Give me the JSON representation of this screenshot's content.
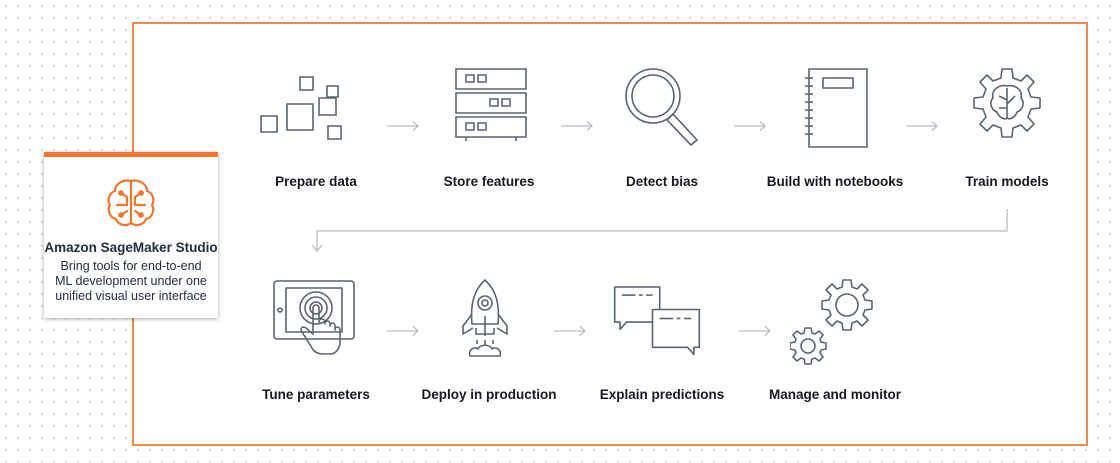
{
  "card": {
    "title": "Amazon SageMaker Studio",
    "description": "Bring tools for end-to-end ML development under one unified visual user interface",
    "logo_icon": "sagemaker-brain-icon"
  },
  "colors": {
    "accent": "#f0762e",
    "frame": "#f08a4b",
    "icon_stroke": "#5a6470",
    "arrow": "#b9bec4",
    "text": "#16191f"
  },
  "steps": [
    {
      "label": "Prepare data",
      "icon": "data-squares-icon"
    },
    {
      "label": "Store features",
      "icon": "server-rack-icon"
    },
    {
      "label": "Detect bias",
      "icon": "magnifier-icon"
    },
    {
      "label": "Build with notebooks",
      "icon": "notebook-icon"
    },
    {
      "label": "Train models",
      "icon": "brain-gear-icon"
    },
    {
      "label": "Tune parameters",
      "icon": "tablet-touch-icon"
    },
    {
      "label": "Deploy in production",
      "icon": "rocket-icon"
    },
    {
      "label": "Explain predictions",
      "icon": "chat-bubbles-icon"
    },
    {
      "label": "Manage and monitor",
      "icon": "gears-icon"
    }
  ]
}
